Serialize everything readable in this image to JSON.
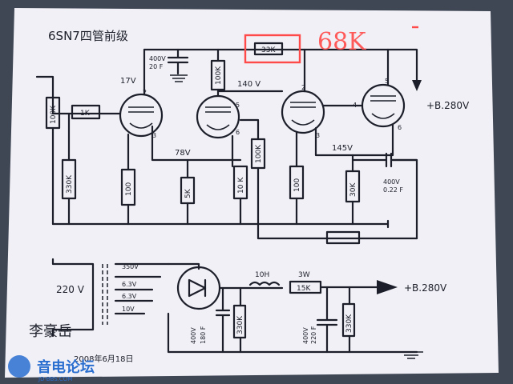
{
  "title": "6SN7四管前级",
  "colors": {
    "paper": "#f1f0f6",
    "ink": "#1c1f2a",
    "markup": "#ff4a4a",
    "background": "#3f4654"
  },
  "labels": {
    "r_1k": "1K",
    "r_100k_in": "100K",
    "r_330k_in": "330K",
    "r_100_k1": "100",
    "cap_top_1": "400V",
    "cap_top_2": "20 F",
    "v_17": "17V",
    "r_100k_plate": "100K",
    "v_140": "140 V",
    "v_78": "78V",
    "r_5k": "5K",
    "r_10k_a": "10 K",
    "r_100k_b": "100K",
    "r_33k": "33K",
    "handwritten_value": "68K",
    "r_100_k3": "100",
    "v_145": "145V",
    "r_30k": "30K",
    "cap_out_1": "400V",
    "cap_out_2": "0.22 F",
    "bplus_top": "+B.280V",
    "pin_2a": "2",
    "pin_3a": "3",
    "pin_5": "5",
    "pin_6": "6",
    "pin_2b": "2",
    "pin_3b": "3",
    "pin_5b": "5",
    "pin_6b": "6",
    "pin_4": "4",
    "v_220": "220 V",
    "tap_350": "350V",
    "tap_63a": "6.3V",
    "tap_63b": "6.3V",
    "tap_10": "10V",
    "choke": "10H",
    "r_3w": "3W",
    "r_15k": "15K",
    "cap_ps1_1": "400V",
    "cap_ps1_2": "180 F",
    "r_330k_ps": "330K",
    "cap_ps2_1": "400V",
    "cap_ps2_2": "220 F",
    "r_330k_ps2": "330K",
    "bplus_bottom": "+B.280V",
    "signature": "李豪岳",
    "date": "2008年6月18日",
    "watermark": "音电论坛",
    "watermark_url": "JD-BBS.COM"
  }
}
